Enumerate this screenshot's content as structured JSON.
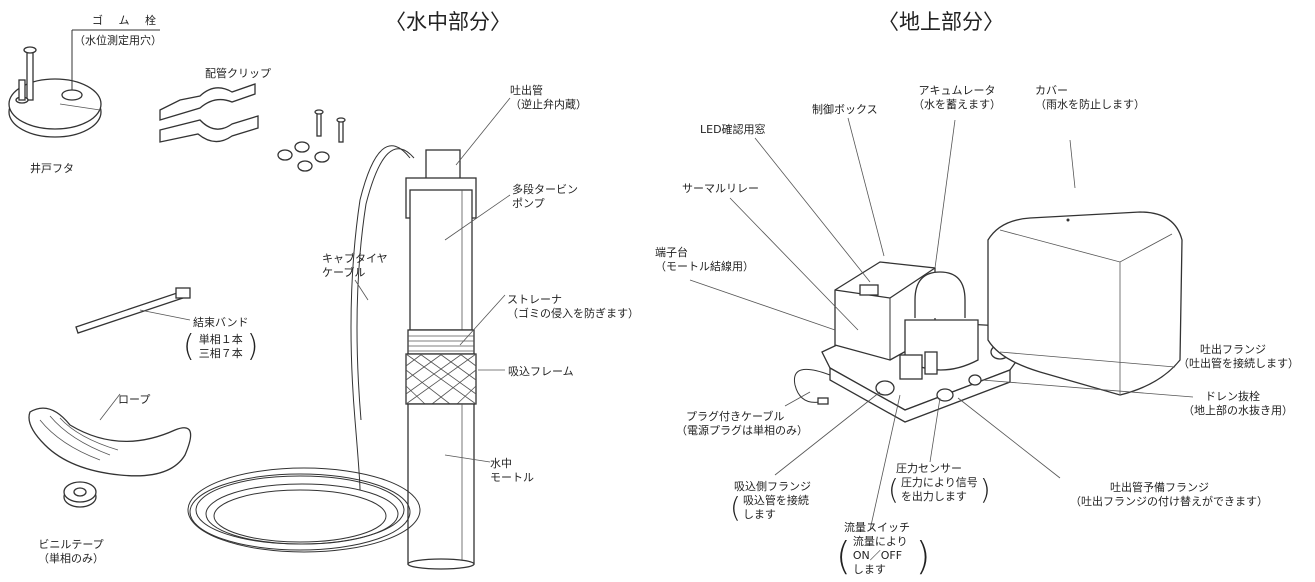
{
  "headings": {
    "underwater": "〈水中部分〉",
    "aboveground": "〈地上部分〉"
  },
  "underwater_parts": {
    "rubber_plug": {
      "title": "ゴ ム 栓",
      "sub": "（水位測定用穴）"
    },
    "well_lid": "井戸フタ",
    "pipe_clip": "配管クリップ",
    "discharge_pipe": {
      "line1": "吐出管",
      "line2": "（逆止弁内蔵）"
    },
    "turbine_pump": {
      "line1": "多段タービン",
      "line2": "ポンプ"
    },
    "cabtire_cable": {
      "line1": "キャブタイヤ",
      "line2": "ケーブル"
    },
    "strainer": {
      "line1": "ストレーナ",
      "line2": "（ゴミの侵入を防ぎます）"
    },
    "cable_tie": {
      "line1": "結束バンド",
      "line2": "単相１本",
      "line3": "三相７本"
    },
    "suction_frame": "吸込フレーム",
    "rope": "ロープ",
    "motor": {
      "line1": "水中",
      "line2": "モートル"
    },
    "vinyl_tape": {
      "line1": "ビニルテープ",
      "line2": "（単相のみ）"
    }
  },
  "aboveground_parts": {
    "led_window": "LED確認用窓",
    "control_box": "制御ボックス",
    "accumulator": {
      "line1": "アキュムレータ",
      "line2": "（水を蓄えます）"
    },
    "cover": {
      "line1": "カバー",
      "line2": "（雨水を防止します）"
    },
    "thermal_relay": "サーマルリレー",
    "terminal_block": {
      "line1": "端子台",
      "line2": "（モートル結線用）"
    },
    "discharge_flange": {
      "line1": "吐出フランジ",
      "line2": "（吐出管を接続します）"
    },
    "drain_plug": {
      "line1": "ドレン抜栓",
      "line2": "（地上部の水抜き用）"
    },
    "plug_cable": {
      "line1": "プラグ付きケーブル",
      "line2": "（電源プラグは単相のみ）"
    },
    "pressure_sensor": {
      "line1": "圧力センサー",
      "line2": "圧力により信号",
      "line3": "を出力します"
    },
    "spare_flange": {
      "line1": "吐出管予備フランジ",
      "line2": "（吐出フランジの付け替えができます）"
    },
    "suction_flange": {
      "line1": "吸込側フランジ",
      "line2": "吸込管を接続",
      "line3": "します"
    },
    "flow_switch": {
      "line1": "流量スイッチ",
      "line2": "流量により",
      "line3": "ON／OFF",
      "line4": "します"
    }
  }
}
